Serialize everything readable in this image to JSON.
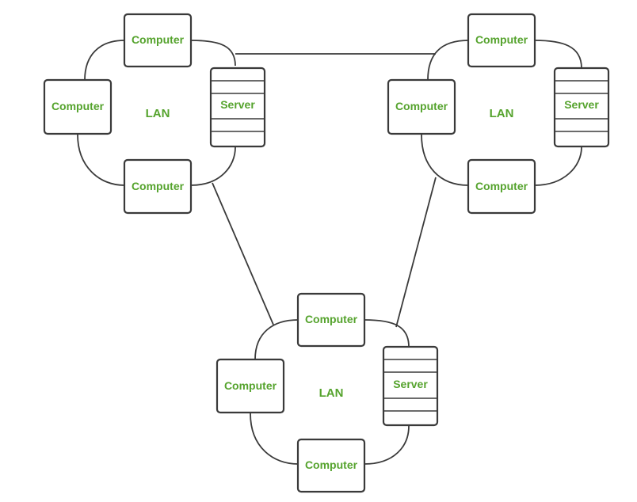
{
  "diagram": {
    "colors": {
      "stroke": "#3a3a3a",
      "label": "#55a32d",
      "background": "#ffffff",
      "node_fill": "#ffffff"
    },
    "lans": [
      {
        "id": "lan-top-left",
        "label": "LAN",
        "computers": [
          "Computer",
          "Computer",
          "Computer"
        ],
        "server": "Server"
      },
      {
        "id": "lan-top-right",
        "label": "LAN",
        "computers": [
          "Computer",
          "Computer",
          "Computer"
        ],
        "server": "Server"
      },
      {
        "id": "lan-bottom",
        "label": "LAN",
        "computers": [
          "Computer",
          "Computer",
          "Computer"
        ],
        "server": "Server"
      }
    ],
    "interconnects": [
      {
        "from": "lan-top-left",
        "to": "lan-top-right"
      },
      {
        "from": "lan-top-left",
        "to": "lan-bottom"
      },
      {
        "from": "lan-top-right",
        "to": "lan-bottom"
      }
    ]
  }
}
